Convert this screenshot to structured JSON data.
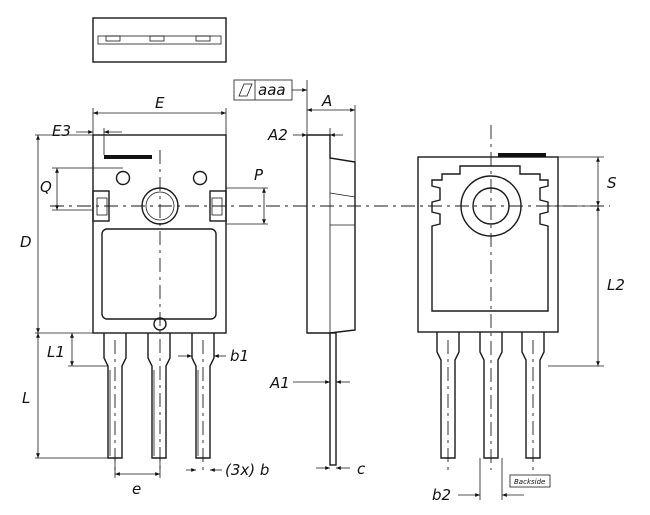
{
  "labels": {
    "E": "E",
    "E3": "E3",
    "Q": "Q",
    "D": "D",
    "L1": "L1",
    "L": "L",
    "e": "e",
    "b1": "b1",
    "b": "(3x)  b",
    "P": "P",
    "aaa": "aaa",
    "A": "A",
    "A2": "A2",
    "A1": "A1",
    "c": "c",
    "S": "S",
    "L2": "L2",
    "b2": "b2",
    "backside": "Backside"
  }
}
